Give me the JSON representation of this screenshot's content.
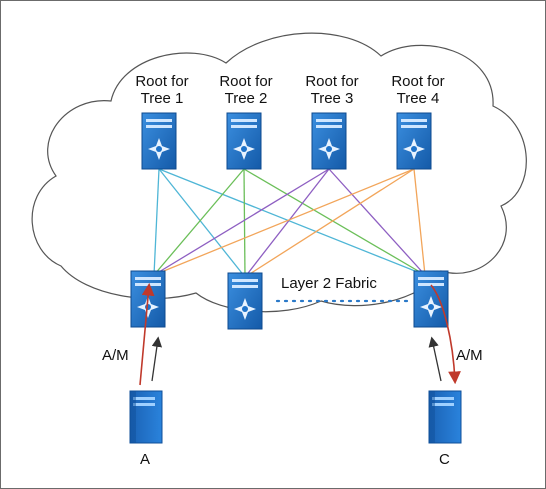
{
  "roots": [
    {
      "line1": "Root for",
      "line2": "Tree 1"
    },
    {
      "line1": "Root for",
      "line2": "Tree 2"
    },
    {
      "line1": "Root for",
      "line2": "Tree 3"
    },
    {
      "line1": "Root for",
      "line2": "Tree 4"
    }
  ],
  "fabric_label": "Layer 2 Fabric",
  "hosts": [
    {
      "label": "A",
      "link_label": "A/M"
    },
    {
      "label": "C",
      "link_label": "A/M"
    }
  ],
  "colors": {
    "tree1": "#4fb6d6",
    "tree2": "#6bbf59",
    "tree3": "#8e5fc2",
    "tree4": "#f2a55a",
    "switch_fill": "#1f73c9",
    "traffic_red": "#c0392b",
    "traffic_dark": "#333333",
    "fabric_dots": "#2a79c8"
  }
}
